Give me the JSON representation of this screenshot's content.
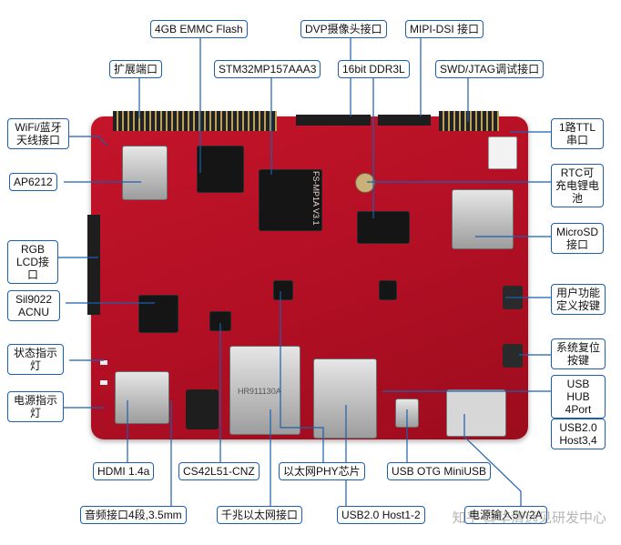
{
  "labels": {
    "emmc": "4GB EMMC Flash",
    "dvp": "DVP摄像头接口",
    "mipi": "MIPI-DSI 接口",
    "expansion": "扩展端口",
    "stm32": "STM32MP157AAA3",
    "ddr": "16bit DDR3L",
    "swd": "SWD/JTAG调试接口",
    "wifi": "WiFi/蓝牙天线接口",
    "ttl": "1路TTL串口",
    "ap6212": "AP6212",
    "rtc": "RTC可充电锂电池",
    "rgb_lcd": "RGB LCD接口",
    "microsd": "MicroSD接口",
    "sil9022": "Sil9022 ACNU",
    "user_key": "用户功能定义按键",
    "status_led": "状态指示灯",
    "reset_key": "系统复位按键",
    "power_led": "电源指示灯",
    "usb_hub": "USB HUB 4Port",
    "usb_host": "USB2.0 Host3,4",
    "hdmi": "HDMI 1.4a",
    "cs42l51": "CS42L51-CNZ",
    "eth_phy": "以太网PHY芯片",
    "usb_otg": "USB OTG MiniUSB",
    "audio": "音频接口4段,3.5mm",
    "gigabit": "千兆以太网接口",
    "usb20": "USB2.0 Host1-2",
    "power_in": "电源输入5V/2A"
  },
  "watermark": "知乎 @华清远见研发中心",
  "board_text": {
    "silkscreen": "FS-MP1A V3.1",
    "eth_jack": "HR911130A"
  },
  "colors": {
    "board": "#b10f24",
    "label_border": "#1a5fb0",
    "leader_line": "#1a5fb0"
  }
}
